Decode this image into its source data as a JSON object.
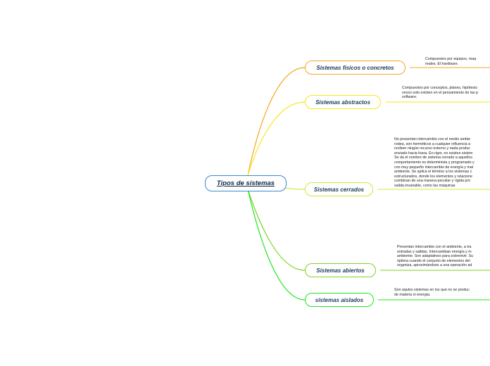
{
  "root": {
    "label": "Tipos de sistemas"
  },
  "branches": [
    {
      "label": "Sistemas físicos o concretos",
      "color": "#f5a623",
      "note": [
        "Compuestos  por  equipos,  maq",
        "reales. El  hardware."
      ]
    },
    {
      "label": "Sistemas abstractos",
      "color": "#f8e71c",
      "note": [
        "Compuestos por conceptos, planes, hipótesis",
        "veces solo existen en el pensamiento de las p",
        "software."
      ]
    },
    {
      "label": "Sistemas  cerrados",
      "color": "#c8ec3a",
      "note": [
        "No  presentan  intercambio  con  el  medio  ambie",
        "rodea,  son  herméticos  a  cualquier  influencia a",
        "reciben  ningún  recurso  externo  y  nada  produc",
        "enviado  hacia fuera. En rigor,  no existen  sistem",
        "Se  da el nombre de sistema cerrado a aquellos",
        "comportamiento es determinista y programado  y",
        "con muy  pequeño intercambio de energía y  mat",
        "ambiente.  Se aplica el término a los sistemas  c",
        "estructurados,  donde los elementos  y  relacione",
        "combinan  de  una  manera peculiar  y  rígida pro",
        "salida  invariable, como las  máquinas"
      ]
    },
    {
      "label": "Sistemas  abiertos",
      "color": "#7ed321",
      "note": [
        "Presentan  intercambio  con  el  ambiente, a tra",
        "entradas  y  salidas. Intercambian  energía  y m",
        "ambiente. Son  adaptativos para  sobrevivir.  Su",
        "óptima cuando  el  conjunto  de  elementos del",
        "organiza, aproximándose  a  una  operación  ad"
      ]
    },
    {
      "label": "sistemas aislados",
      "color": "#1de81d",
      "note": [
        "Son  aqulos  sistemas en los que no  se  produc",
        "de  materia  ni  energía."
      ]
    }
  ]
}
